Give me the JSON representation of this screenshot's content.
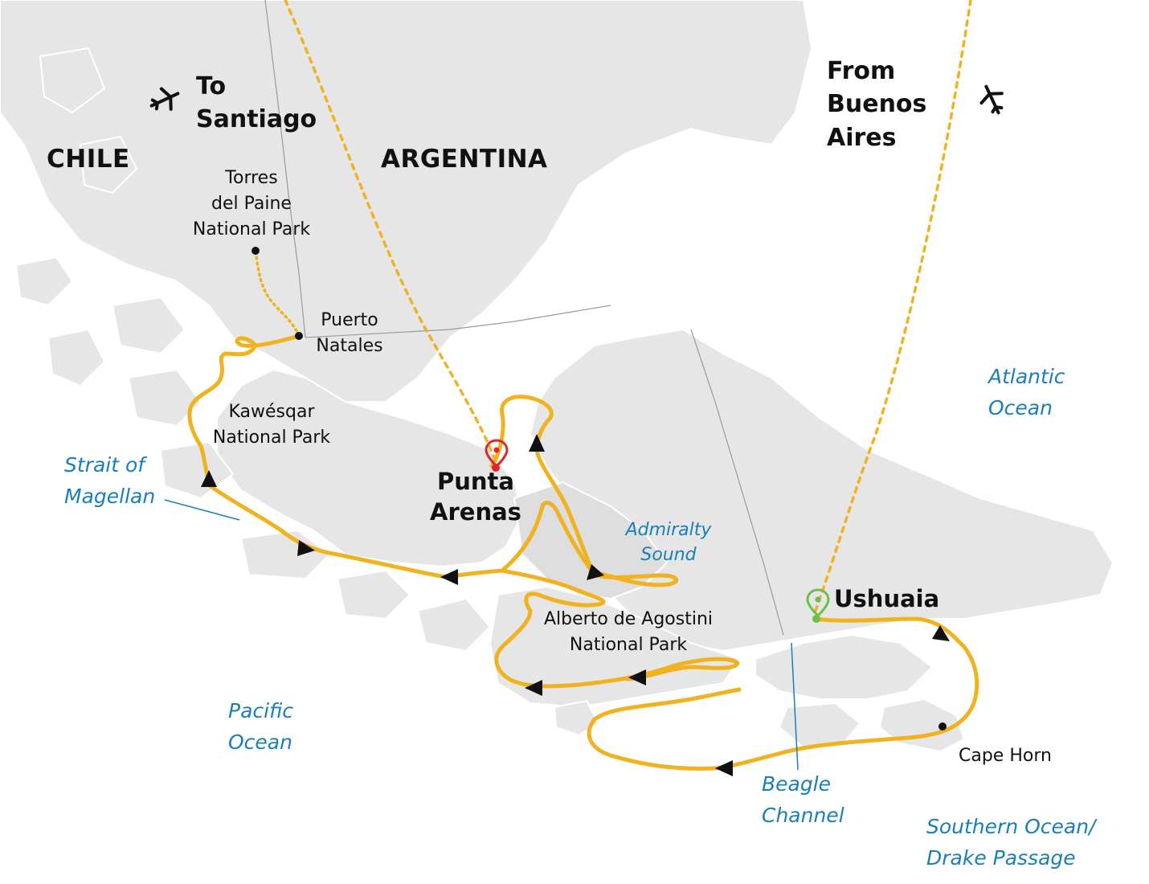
{
  "map": {
    "countries": {
      "chile": "CHILE",
      "argentina": "ARGENTINA"
    },
    "flights": {
      "to_santiago": "To\nSantiago",
      "from_buenos_aires": "From\nBuenos\nAires"
    },
    "ports": {
      "punta_arenas": "Punta\nArenas",
      "ushuaia": "Ushuaia"
    },
    "places": {
      "torres_del_paine": "Torres\ndel Paine\nNational Park",
      "puerto_natales": "Puerto\nNatales",
      "kawesqar": "Kawésqar\nNational Park",
      "alberto_de_agostini": "Alberto de Agostini\nNational Park",
      "cape_horn": "Cape Horn"
    },
    "waters": {
      "strait_of_magellan": "Strait of\nMagellan",
      "admiralty_sound": "Admiralty\nSound",
      "pacific_ocean": "Pacific\nOcean",
      "atlantic_ocean": "Atlantic\nOcean",
      "beagle_channel": "Beagle\nChannel",
      "southern_ocean": "Southern Ocean/\nDrake Passage"
    },
    "colors": {
      "route": "#f0b21f",
      "water_label": "#1a7fb8",
      "start_pin": "#e0262b",
      "end_pin": "#6cc04a",
      "land": "#e6e6e6"
    },
    "icons": {
      "flight_to": "airplane-icon",
      "flight_from": "airplane-icon",
      "start_marker": "map-pin-icon",
      "end_marker": "map-pin-icon"
    }
  }
}
